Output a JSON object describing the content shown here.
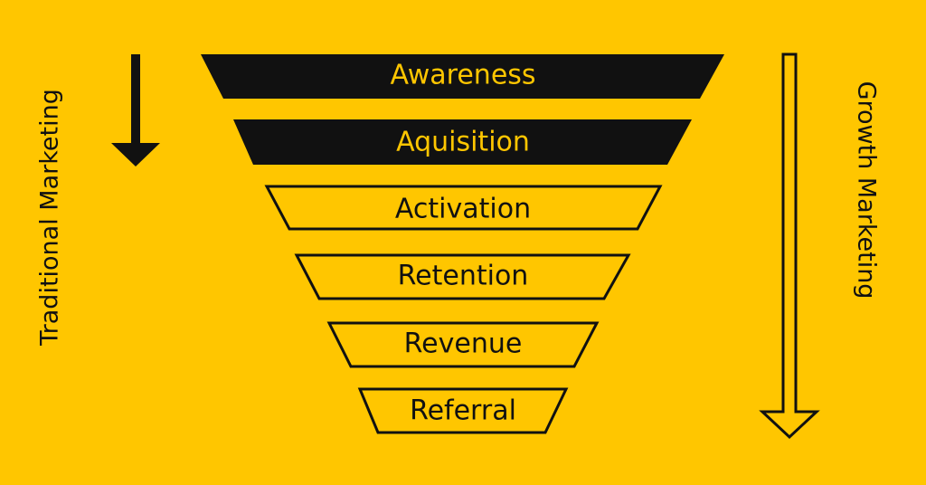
{
  "background_color": "#FFC600",
  "ink_color": "#111111",
  "left_label": "Traditional Marketing",
  "right_label": "Growth Marketing",
  "stages": [
    {
      "label": "Awareness",
      "style": "filled"
    },
    {
      "label": "Aquisition",
      "style": "filled"
    },
    {
      "label": "Activation",
      "style": "outlined"
    },
    {
      "label": "Retention",
      "style": "outlined"
    },
    {
      "label": "Revenue",
      "style": "outlined"
    },
    {
      "label": "Referral",
      "style": "outlined"
    }
  ],
  "arrows": [
    {
      "name": "traditional-arrow-icon",
      "style": "solid",
      "direction": "down"
    },
    {
      "name": "growth-arrow-icon",
      "style": "outlined",
      "direction": "down"
    }
  ]
}
